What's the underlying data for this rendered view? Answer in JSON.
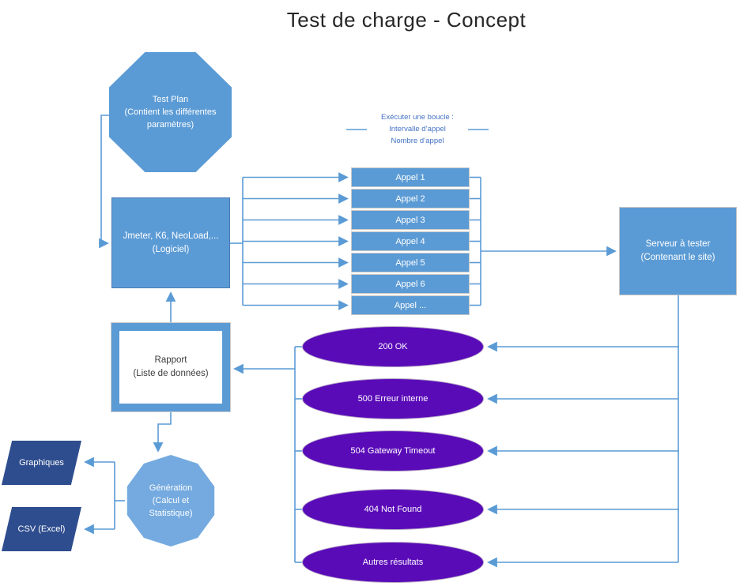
{
  "title": "Test de charge - Concept",
  "colors": {
    "shape_blue": "#5b9bd5",
    "shape_blue_light": "#74aadf",
    "shape_navy": "#2e4d8e",
    "shape_purple": "#5a0bb8",
    "connector_blue": "#5b9bd5",
    "note_text_blue": "#4472c4",
    "title_text": "#262626"
  },
  "nodes": {
    "test_plan": {
      "lines": [
        "Test Plan",
        "(Contient les différentes",
        "paramètres)"
      ]
    },
    "load_tool": {
      "lines": [
        "Jmeter, K6, NeoLoad,...",
        "(Logiciel)"
      ]
    },
    "loop_note": {
      "lines": [
        "Exécuter une boucle :",
        "Intervalle d’appel",
        "Nombre d’appel"
      ]
    },
    "appels": [
      {
        "label": "Appel 1"
      },
      {
        "label": "Appel 2"
      },
      {
        "label": "Appel 3"
      },
      {
        "label": "Appel 4"
      },
      {
        "label": "Appel 5"
      },
      {
        "label": "Appel 6"
      },
      {
        "label": "Appel ..."
      }
    ],
    "server": {
      "lines": [
        "Serveur à tester",
        "(Contenant le site)"
      ]
    },
    "report": {
      "lines": [
        "Rapport",
        "(Liste de données)"
      ]
    },
    "results": [
      {
        "label": "200 OK"
      },
      {
        "label": "500 Erreur interne"
      },
      {
        "label": "504 Gateway Timeout"
      },
      {
        "label": "404 Not Found"
      },
      {
        "label": "Autres résultats"
      }
    ],
    "generation": {
      "lines": [
        "Génération",
        "(Calcul et",
        "Statistique)"
      ]
    },
    "outputs": [
      {
        "label": "Graphiques"
      },
      {
        "label": "CSV (Excel)"
      }
    ]
  }
}
